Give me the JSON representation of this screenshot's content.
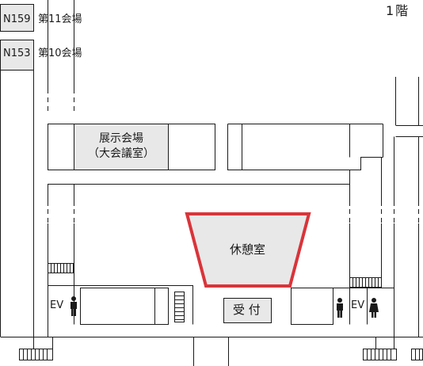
{
  "floor_label": "1階",
  "rooms": {
    "n159": {
      "code": "N159",
      "name": "第11会場"
    },
    "n153": {
      "code": "N153",
      "name": "第10会場"
    },
    "exhibition": {
      "line1": "展示会場",
      "line2": "（大会議室）"
    },
    "lounge": {
      "name": "休憩室"
    },
    "reception": {
      "name": "受 付"
    }
  },
  "elevator_label": "EV",
  "colors": {
    "line": "#1a1a1a",
    "room_fill": "#e8e8e8",
    "highlight": "#d9343a"
  },
  "icons": {
    "toilet_left": "man-restroom-icon",
    "toilet_right_men": "man-restroom-icon",
    "toilet_right_women": "woman-restroom-icon"
  }
}
